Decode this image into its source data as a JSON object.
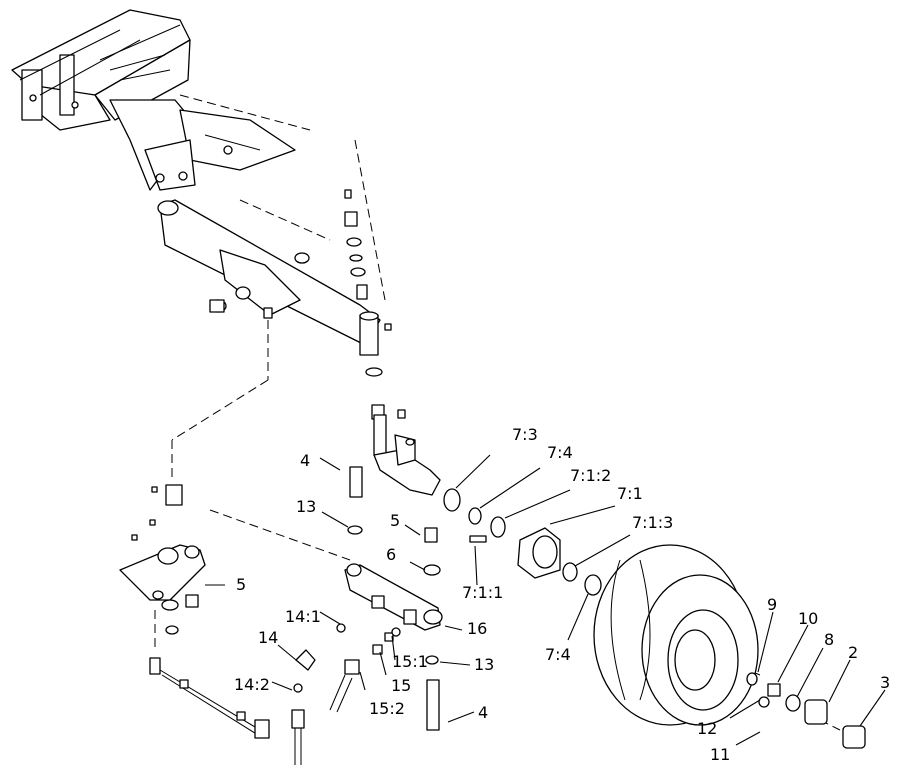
{
  "callouts": [
    {
      "id": "c-7-3",
      "text": "7:3"
    },
    {
      "id": "c-7-4a",
      "text": "7:4"
    },
    {
      "id": "c-7-1-2",
      "text": "7:1:2"
    },
    {
      "id": "c-7-1",
      "text": "7:1"
    },
    {
      "id": "c-7-1-3",
      "text": "7:1:3"
    },
    {
      "id": "c-7-1-1",
      "text": "7:1:1"
    },
    {
      "id": "c-7-4b",
      "text": "7:4"
    },
    {
      "id": "c-4a",
      "text": "4"
    },
    {
      "id": "c-13a",
      "text": "13"
    },
    {
      "id": "c-5a",
      "text": "5"
    },
    {
      "id": "c-6",
      "text": "6"
    },
    {
      "id": "c-5b",
      "text": "5"
    },
    {
      "id": "c-14-1",
      "text": "14:1"
    },
    {
      "id": "c-14",
      "text": "14"
    },
    {
      "id": "c-14-2",
      "text": "14:2"
    },
    {
      "id": "c-15-1",
      "text": "15:1"
    },
    {
      "id": "c-15",
      "text": "15"
    },
    {
      "id": "c-15-2",
      "text": "15:2"
    },
    {
      "id": "c-16",
      "text": "16"
    },
    {
      "id": "c-13b",
      "text": "13"
    },
    {
      "id": "c-4b",
      "text": "4"
    },
    {
      "id": "c-9",
      "text": "9"
    },
    {
      "id": "c-10",
      "text": "10"
    },
    {
      "id": "c-8",
      "text": "8"
    },
    {
      "id": "c-2",
      "text": "2"
    },
    {
      "id": "c-3",
      "text": "3"
    },
    {
      "id": "c-12",
      "text": "12"
    },
    {
      "id": "c-11",
      "text": "11"
    }
  ]
}
